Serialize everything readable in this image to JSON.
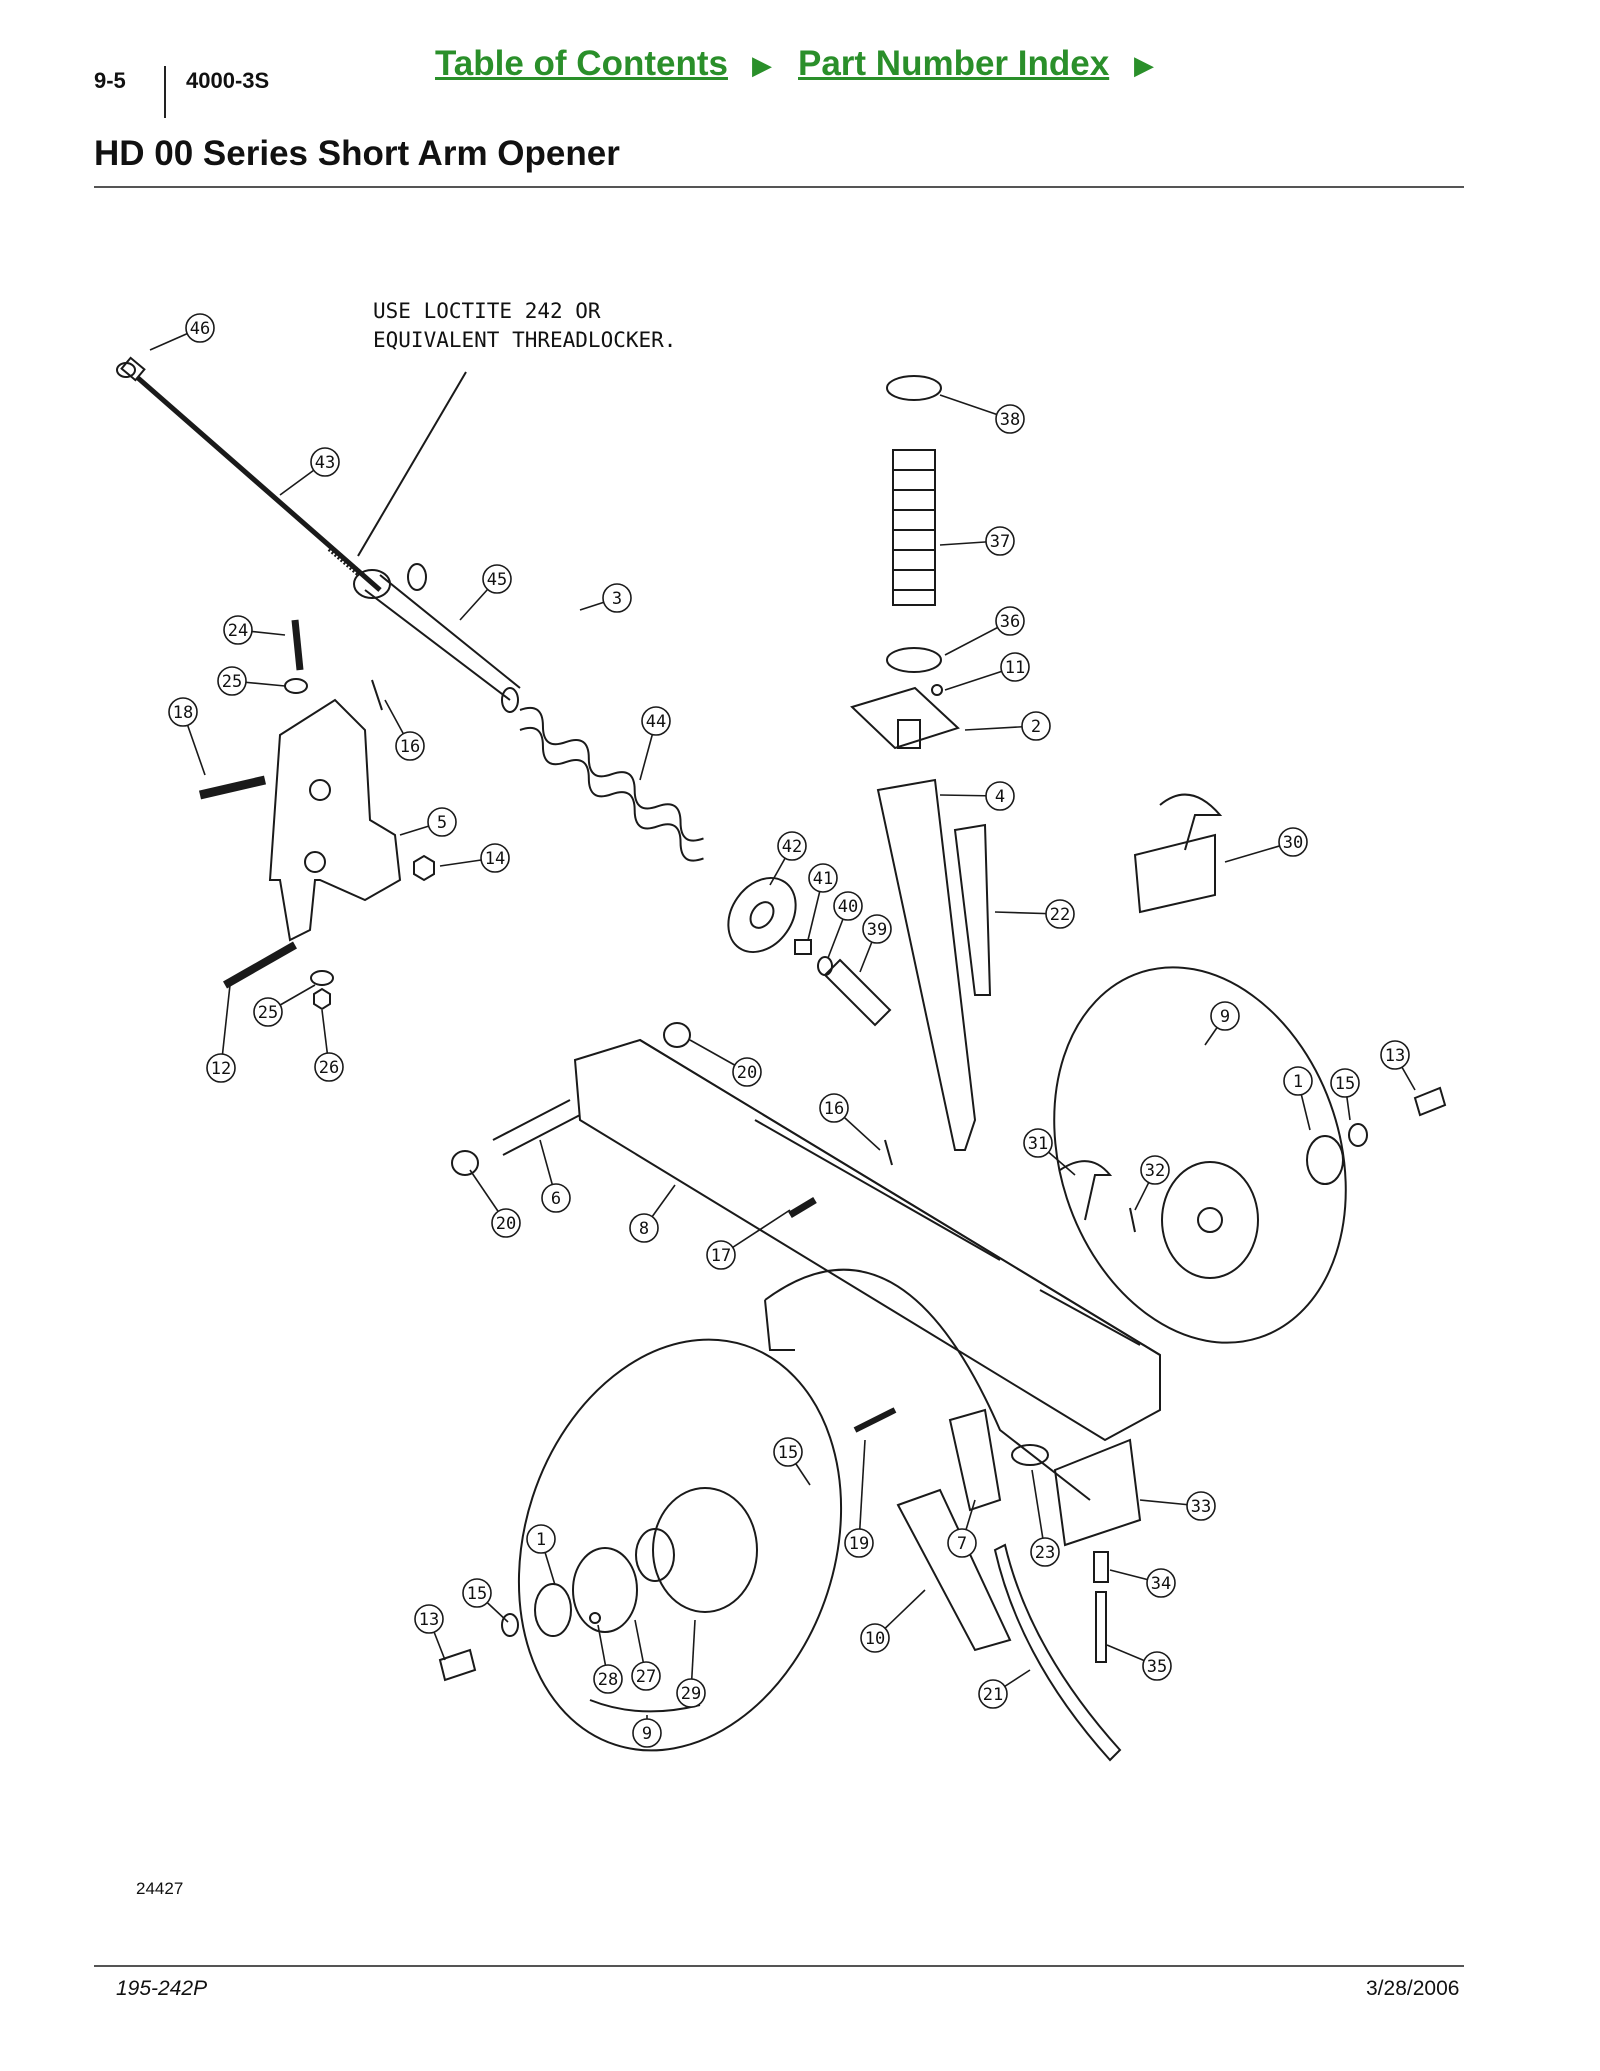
{
  "header": {
    "page_number": "9-5",
    "model": "4000-3S",
    "nav_toc_label": "Table of Contents",
    "nav_pni_label": "Part Number Index",
    "nav_arrow": "▶",
    "color_link": "#2a8f2a"
  },
  "page_title": "HD 00 Series Short Arm Opener",
  "diagram": {
    "note_line1": "USE LOCTITE 242 OR",
    "note_line2": "EQUIVALENT THREADLOCKER.",
    "figure_number": "24427",
    "callouts": [
      "46",
      "43",
      "45",
      "3",
      "24",
      "25",
      "18",
      "16",
      "44",
      "5",
      "14",
      "42",
      "41",
      "40",
      "39",
      "12",
      "25",
      "26",
      "20",
      "20",
      "6",
      "8",
      "16",
      "17",
      "38",
      "37",
      "36",
      "11",
      "2",
      "4",
      "22",
      "30",
      "9",
      "1",
      "15",
      "13",
      "31",
      "32",
      "15",
      "19",
      "7",
      "23",
      "33",
      "34",
      "10",
      "1",
      "15",
      "13",
      "28",
      "27",
      "29",
      "9",
      "21",
      "35"
    ]
  },
  "footer": {
    "doc_number": "195-242P",
    "date": "3/28/2006"
  }
}
